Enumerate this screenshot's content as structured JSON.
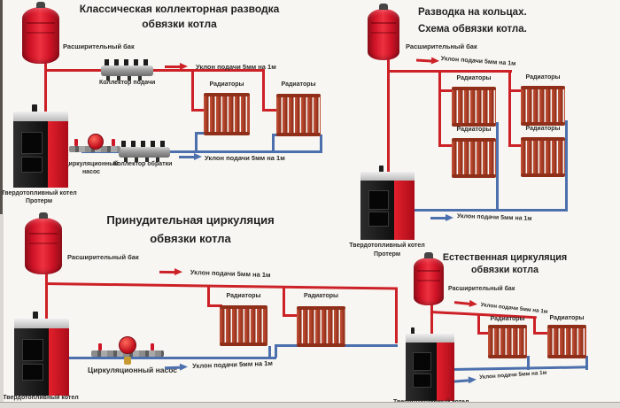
{
  "colors": {
    "background": "#f8f6f3",
    "supply_pipe_red": "#cc2127",
    "return_pipe_blue": "#4c70ad",
    "tank_red": "#e01b2a",
    "boiler_red": "#c5121f",
    "boiler_black": "#141414",
    "radiator_terracotta": "#a83b25",
    "collector_gray": "#9a9a9a"
  },
  "tl": {
    "title1": "Классическая коллекторная разводка",
    "title2": "обвязки котла",
    "tank": "Расширительный бак",
    "slope_top": "Уклон подачи 5мм на 1м",
    "collector_supply": "Коллектор подачи",
    "rad1": "Радиаторы",
    "rad2": "Радиаторы",
    "pump_l1": "Циркуляционный",
    "pump_l2": "насос",
    "collector_return": "Коллектор обратки",
    "slope_bottom": "Уклон подачи 5мм на 1м",
    "boiler1": "Твердотопливный котел",
    "boiler2": "Протерм"
  },
  "tr": {
    "title1": "Разводка на кольцах.",
    "title2": "Схема обвязки котла.",
    "tank": "Расширительный бак",
    "slope_top": "Уклон подачи 5мм на 1м",
    "rads": [
      "Радиаторы",
      "Радиаторы",
      "Радиаторы",
      "Радиаторы"
    ],
    "slope_bottom": "Уклон подачи 5мм на 1м",
    "boiler1": "Твердотопливный котел",
    "boiler2": "Протерм"
  },
  "bl": {
    "title1": "Принудительная циркуляция",
    "title2": "обвязки котла",
    "tank": "Расширительный бак",
    "slope_top": "Уклон подачи 5мм на 1м",
    "rad1": "Радиаторы",
    "rad2": "Радиаторы",
    "pump": "Циркуляционный насос",
    "slope_bottom": "Уклон подачи 5мм на 1м",
    "boiler1": "Твердотопливный котел"
  },
  "br": {
    "title1": "Естественная циркуляция",
    "title2": "обвязки котла",
    "tank": "Расширительный бак",
    "slope_top": "Уклон подачи 5мм на 1м",
    "rad1": "Радиаторы",
    "rad2": "Радиаторы",
    "slope_bottom": "Уклон подачи 5мм на 1м",
    "boiler1": "Твердотопливный котел"
  }
}
